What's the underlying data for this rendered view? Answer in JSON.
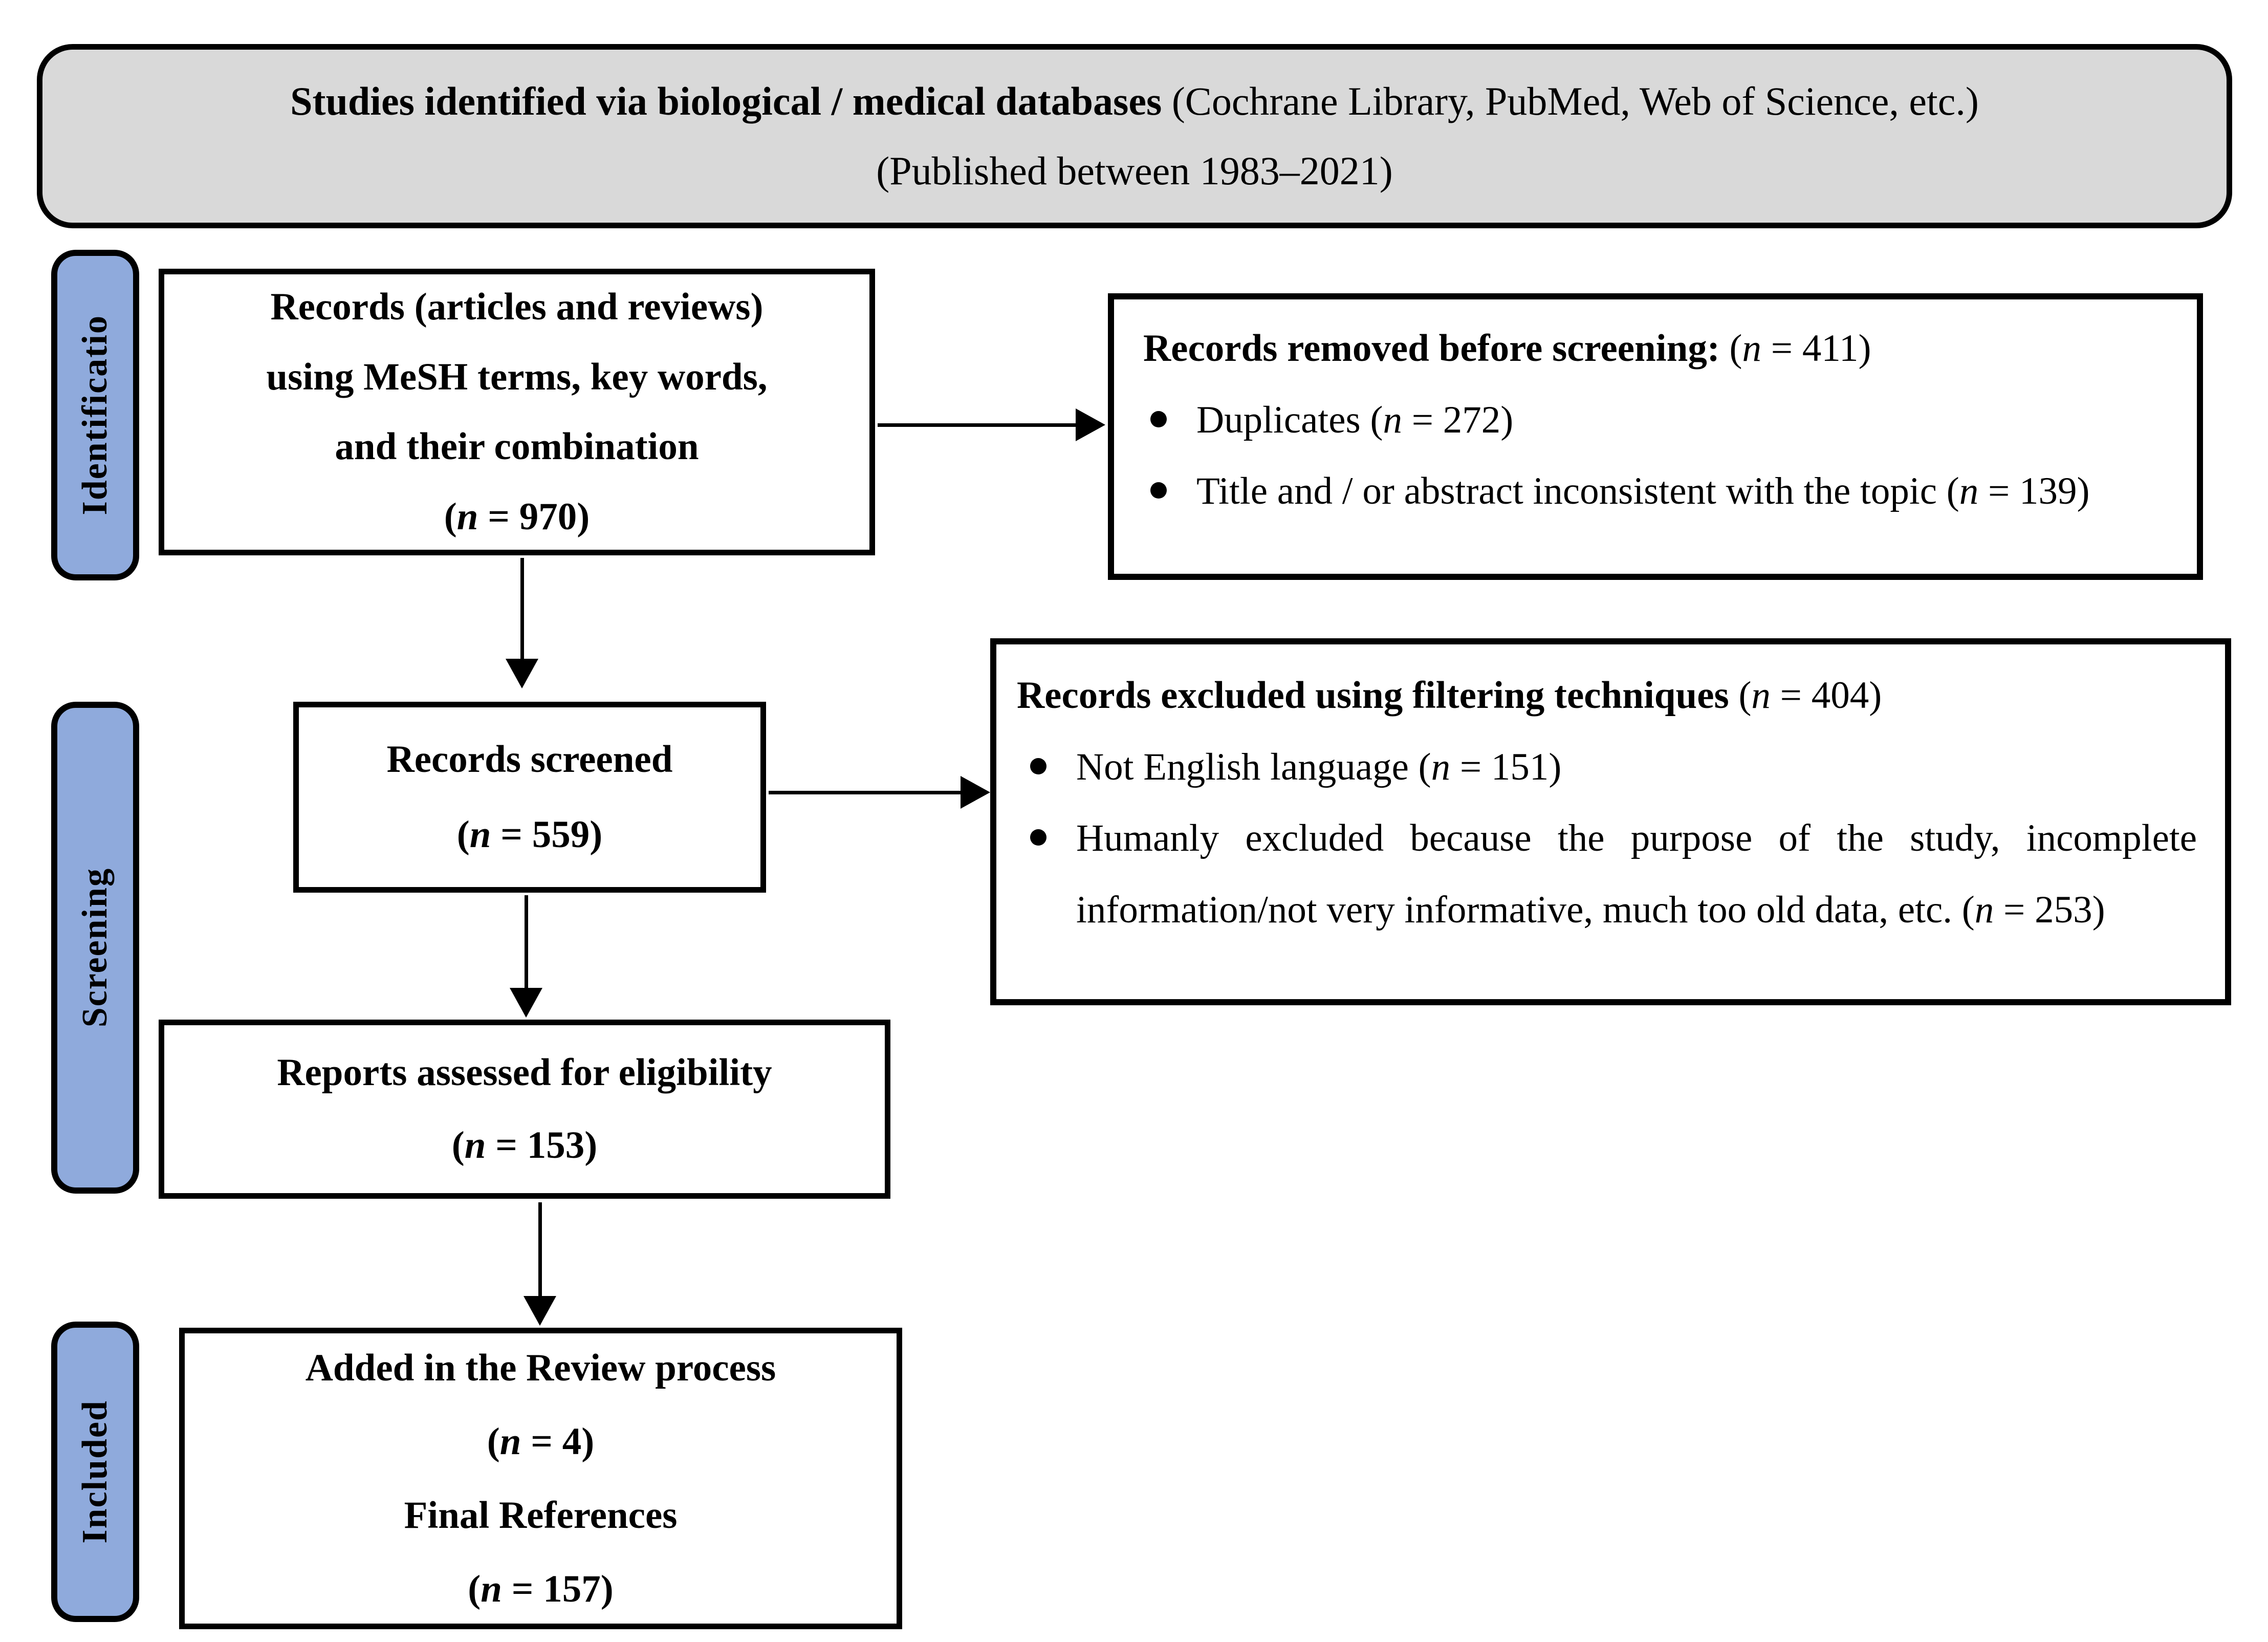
{
  "header": {
    "title_bold": "Studies identified via biological / medical databases",
    "title_regular": " (Cochrane Library, PubMed, Web of Science, etc.)",
    "subtitle": "(Published between 1983–2021)"
  },
  "sidebar": {
    "identification_label": "Identificatio",
    "screening_label": "Screening",
    "included_label": "Included"
  },
  "boxes": {
    "records_identified": {
      "line1": "Records (articles and reviews)",
      "line2": "using MeSH terms, key words,",
      "line3": "and their combination",
      "count_open": "(",
      "count_var": "n",
      "count_rest": " = 970)"
    },
    "records_removed": {
      "title_bold": "Records removed before screening:",
      "title_open": " (",
      "title_var": "n",
      "title_rest": " = 411)",
      "bullet1_pre": "Duplicates (",
      "bullet1_var": "n",
      "bullet1_rest": " = 272)",
      "bullet2_pre": "Title and / or abstract inconsistent with the topic (",
      "bullet2_var": "n",
      "bullet2_rest": " = 139)"
    },
    "records_screened": {
      "line1": "Records screened",
      "count_open": "(",
      "count_var": "n",
      "count_rest": " = 559)"
    },
    "records_excluded": {
      "title_bold": "Records excluded using filtering techniques",
      "title_open": " (",
      "title_var": "n",
      "title_rest": " = 404)",
      "bullet1_pre": "Not English language (",
      "bullet1_var": "n",
      "bullet1_rest": " = 151)",
      "bullet2_pre": "Humanly excluded because the purpose of the study, incomplete information/not very informative, much too old data, etc. (",
      "bullet2_var": "n",
      "bullet2_rest": " = 253)"
    },
    "reports_assessed": {
      "line1": "Reports assessed for eligibility",
      "count_open": "(",
      "count_var": "n",
      "count_rest": " = 153)"
    },
    "included_final": {
      "line1": "Added in the Review process",
      "count1_open": "(",
      "count1_var": "n",
      "count1_rest": " = 4)",
      "line2": "Final References",
      "count2_open": "(",
      "count2_var": "n",
      "count2_rest": " = 157)"
    }
  },
  "colors": {
    "tab_fill": "#8FAADC",
    "header_fill": "#D9D9D9",
    "border": "#000000"
  }
}
